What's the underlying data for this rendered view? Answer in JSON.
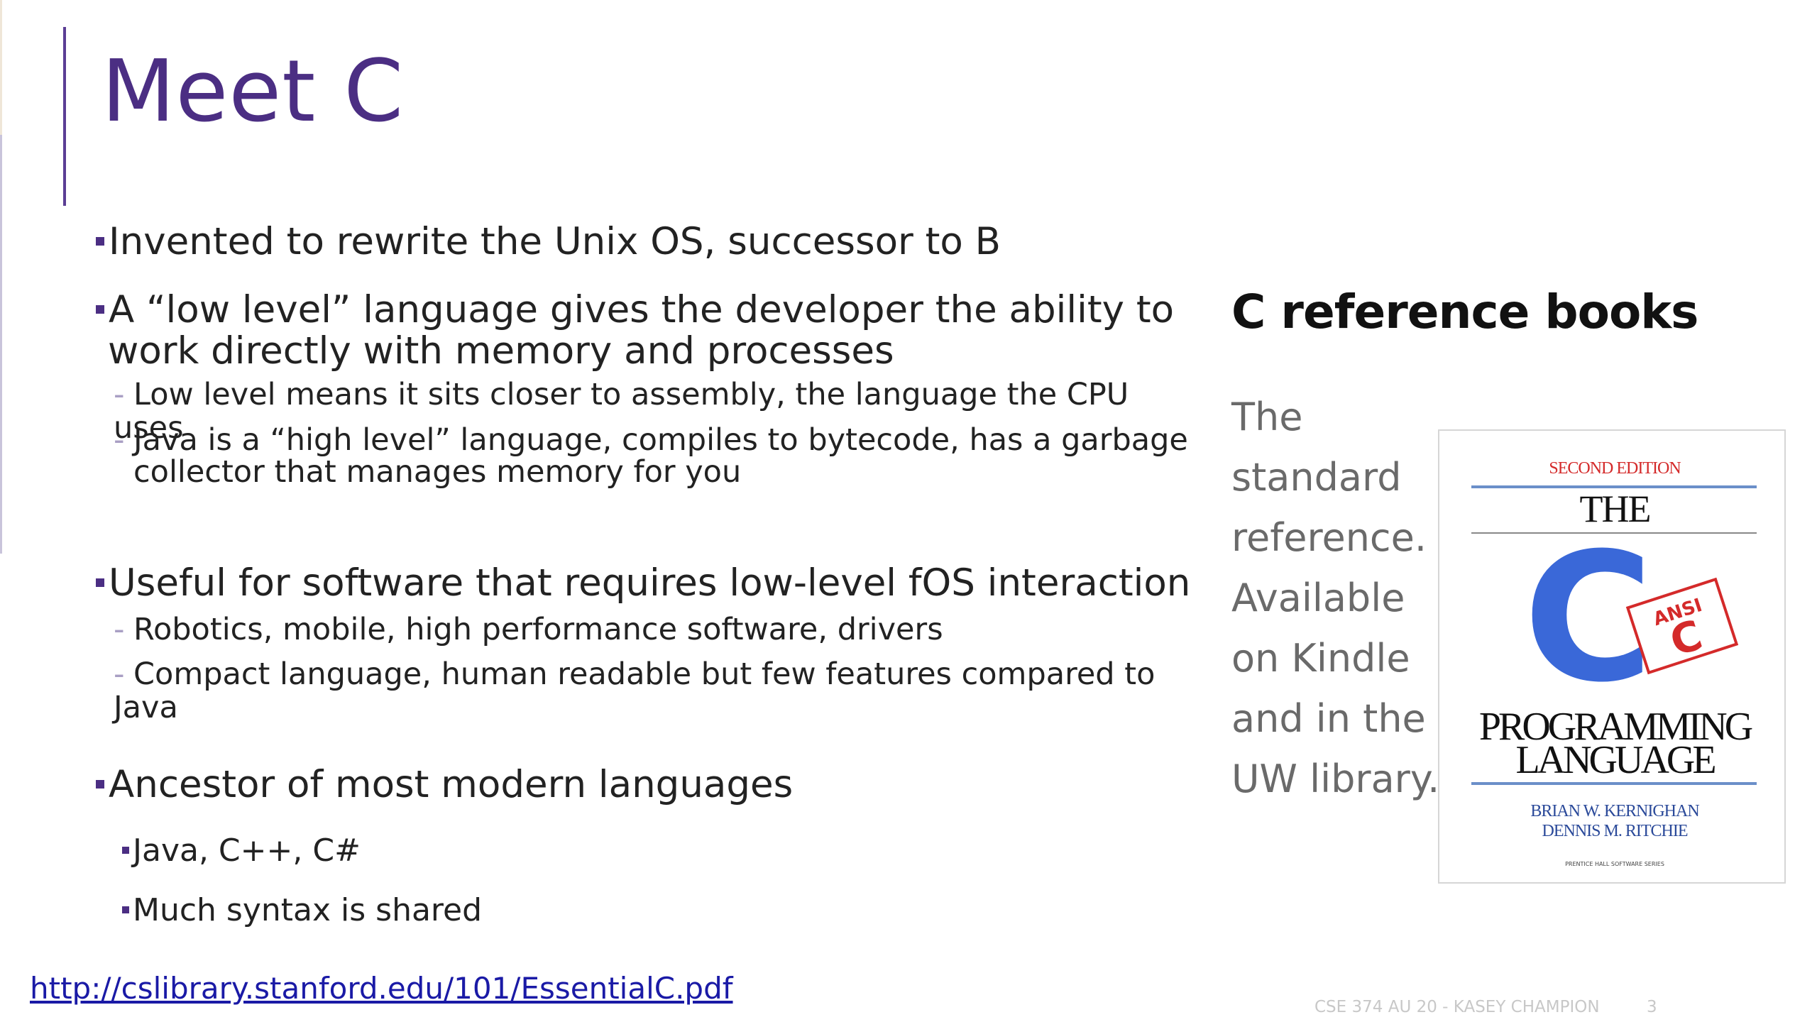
{
  "slide": {
    "title": "Meet C",
    "bullets": [
      {
        "text": "Invented to rewrite the Unix OS, successor to B"
      },
      {
        "line1": "A “low level” language gives the developer the ability to",
        "line2": "work directly with memory and processes",
        "subs": [
          "Low level means it sits closer to assembly, the language the CPU uses",
          "Java is a “high level” language, compiles to bytecode, has a garbage",
          "collector that manages memory for you"
        ]
      },
      {
        "text": "Useful for software that requires low-level fOS interaction",
        "subs": [
          "Robotics, mobile, high performance software, drivers",
          "Compact language, human readable but few features compared to Java"
        ]
      },
      {
        "text": "Ancestor of most modern languages",
        "subs": [
          "Java, C++, C#",
          "Much syntax is shared"
        ]
      }
    ],
    "link": "http://cslibrary.stanford.edu/101/EssentialC.pdf",
    "reference": {
      "heading": "C reference books",
      "text": "The standard reference. Available on Kindle and in the UW library."
    },
    "book_cover": {
      "edition": "SECOND EDITION",
      "the": "THE",
      "big_letter": "C",
      "stamp_top": "ANSI",
      "stamp_letter": "C",
      "line1": "PROGRAMMING",
      "line2": "LANGUAGE",
      "author1": "BRIAN W. KERNIGHAN",
      "author2": "DENNIS M. RITCHIE",
      "series": "PRENTICE HALL SOFTWARE SERIES",
      "colors": {
        "blue": "#3a68d8",
        "red": "#d42a2a",
        "rule": "#6b8fc9"
      }
    },
    "footer": "CSE 374 AU 20 - KASEY CHAMPION",
    "page_number": "3",
    "colors": {
      "accent": "#4b2e83",
      "link": "#1a1aa6"
    }
  }
}
